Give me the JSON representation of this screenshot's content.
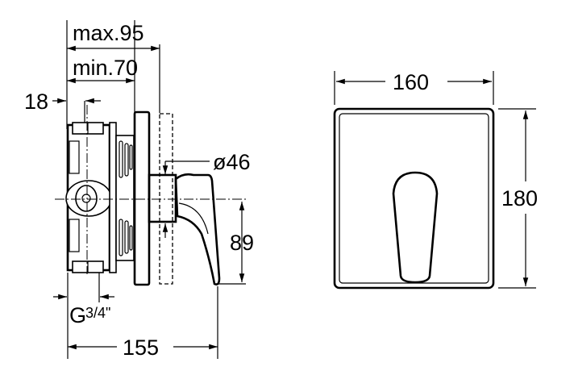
{
  "side_view": {
    "max_depth": "max.95",
    "min_depth": "min.70",
    "offset": "18",
    "diameter": "ø46",
    "height": "89",
    "thread": "G",
    "thread_size": "3/4\"",
    "total_length": "155"
  },
  "front_view": {
    "width": "160",
    "height": "180"
  }
}
